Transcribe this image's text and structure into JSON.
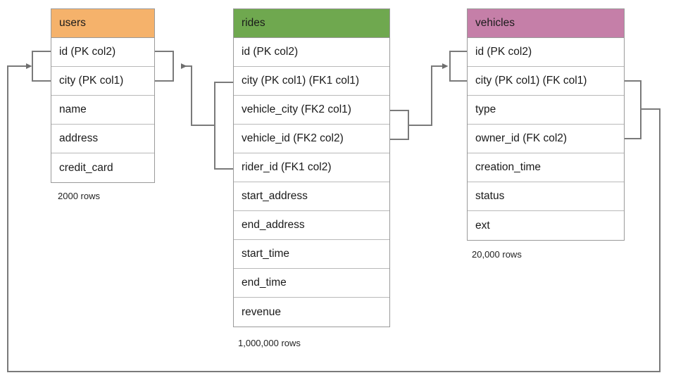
{
  "diagram": {
    "title": "Database schema relationship diagram",
    "background": "#ffffff",
    "line_color": "#7a7a7a"
  },
  "tables": [
    {
      "id": "users",
      "name": "users",
      "header_color": "#F5B26B",
      "row_count_label": "2000 rows",
      "columns": [
        "id (PK col2)",
        "city (PK col1)",
        "name",
        "address",
        "credit_card"
      ]
    },
    {
      "id": "rides",
      "name": "rides",
      "header_color": "#6FA84F",
      "row_count_label": "1,000,000 rows",
      "columns": [
        "id (PK col2)",
        "city (PK col1) (FK1 col1)",
        "vehicle_city (FK2 col1)",
        "vehicle_id (FK2 col2)",
        "rider_id (FK1 col2)",
        "start_address",
        "end_address",
        "start_time",
        "end_time",
        "revenue"
      ]
    },
    {
      "id": "vehicles",
      "name": "vehicles",
      "header_color": "#C57FA8",
      "row_count_label": "20,000 rows",
      "columns": [
        "id (PK col2)",
        "city (PK col1) (FK col1)",
        "type",
        "owner_id (FK col2)",
        "creation_time",
        "status",
        "ext"
      ]
    }
  ],
  "relationships": [
    {
      "id": "rides-to-users",
      "from_table": "rides",
      "from_columns": [
        "city (PK col1) (FK1 col1)",
        "rider_id (FK1 col2)"
      ],
      "to_table": "users",
      "to_columns": [
        "id (PK col2)",
        "city (PK col1)"
      ],
      "constraint": "FK1",
      "arrow_direction": "left"
    },
    {
      "id": "rides-to-vehicles",
      "from_table": "rides",
      "from_columns": [
        "vehicle_city (FK2 col1)",
        "vehicle_id (FK2 col2)"
      ],
      "to_table": "vehicles",
      "to_columns": [
        "id (PK col2)",
        "city (PK col1) (FK col1)"
      ],
      "constraint": "FK2",
      "arrow_direction": "right"
    },
    {
      "id": "vehicles-to-users",
      "from_table": "vehicles",
      "from_columns": [
        "city (PK col1) (FK col1)",
        "owner_id (FK col2)"
      ],
      "to_table": "users",
      "to_columns": [
        "id (PK col2)",
        "city (PK col1)"
      ],
      "constraint": "FK",
      "arrow_direction": "right"
    }
  ]
}
